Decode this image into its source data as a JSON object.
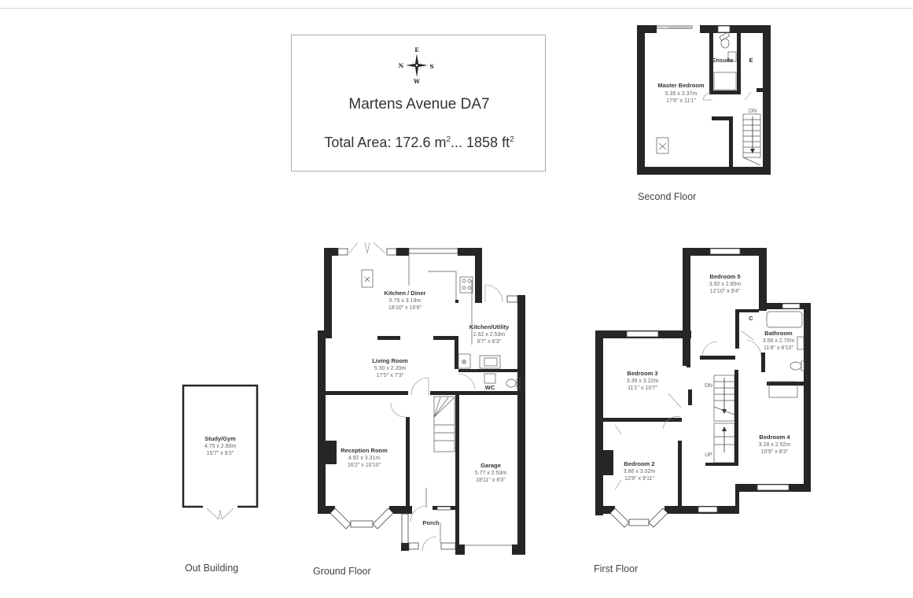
{
  "title_block": {
    "address": "Martens Avenue DA7",
    "total_area_prefix": "Total Area: 172.6 m",
    "total_area_mid": "... 1858 ft",
    "sup": "2",
    "compass": {
      "top": "E",
      "left": "N",
      "right": "S",
      "bottom": "W"
    }
  },
  "floors": {
    "second": {
      "label": "Second Floor",
      "rooms": [
        {
          "name": "Master Bedroom",
          "metric": "5.35 x 3.37m",
          "imperial": "17'6\" x 11'1\""
        },
        {
          "name": "Ensuite"
        },
        {
          "name": "E"
        }
      ],
      "stairs": "DN"
    },
    "ground": {
      "label": "Ground Floor",
      "rooms": [
        {
          "name": "Kitchen / Diner",
          "metric": "5.75 x 3.19m",
          "imperial": "18'10\" x 10'6\""
        },
        {
          "name": "Kitchen/Utility",
          "metric": "2.62 x 2.53m",
          "imperial": "8'7\" x 8'3\""
        },
        {
          "name": "Living Room",
          "metric": "5.30 x 2.20m",
          "imperial": "17'5\" x 7'3\""
        },
        {
          "name": "WC"
        },
        {
          "name": "Reception Room",
          "metric": "4.92 x 3.31m",
          "imperial": "16'2\" x 10'10\""
        },
        {
          "name": "Garage",
          "metric": "5.77 x 2.53m",
          "imperial": "18'11\" x 8'3\""
        },
        {
          "name": "Porch"
        }
      ]
    },
    "first": {
      "label": "First Floor",
      "rooms": [
        {
          "name": "Bedroom 5",
          "metric": "3.92 x 2.85m",
          "imperial": "12'10\" x 9'4\""
        },
        {
          "name": "C"
        },
        {
          "name": "Bathroom",
          "metric": "3.56 x 2.70m",
          "imperial": "11'8\" x 8'10\""
        },
        {
          "name": "Bedroom 3",
          "metric": "3.39 x 3.22m",
          "imperial": "11'1\" x 10'7\""
        },
        {
          "name": "Bedroom 2",
          "metric": "3.86 x 3.02m",
          "imperial": "12'8\" x 9'11\""
        },
        {
          "name": "Bedroom 4",
          "metric": "3.28 x 2.52m",
          "imperial": "10'9\" x 8'3\""
        }
      ],
      "stairs_down": "DN",
      "stairs_up": "UP"
    },
    "outbuilding": {
      "label": "Out Building",
      "rooms": [
        {
          "name": "Study/Gym",
          "metric": "4.75 x 2.80m",
          "imperial": "15'7\" x 9'2\""
        }
      ]
    }
  },
  "colors": {
    "wall": "#262626",
    "text": "#333333",
    "frame": "#aaaaaa"
  }
}
